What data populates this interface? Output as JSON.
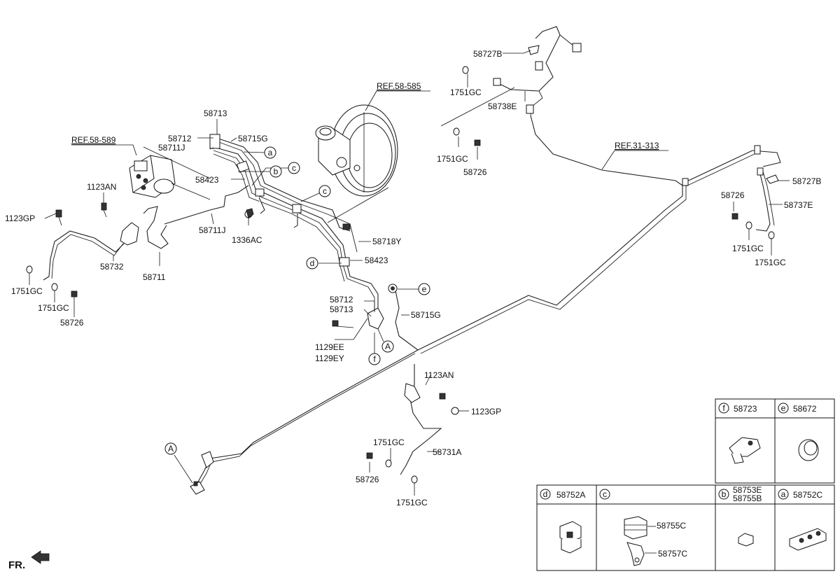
{
  "diagram": {
    "callouts": {
      "ref_58_589": "REF.58-589",
      "ref_58_585": "REF.58-585",
      "ref_31_313": "REF.31-313",
      "p58713_top": "58713",
      "p58712_top": "58712",
      "p58711J_top": "58711J",
      "p58715G_top": "58715G",
      "p58423_top": "58423",
      "p1123AN_left": "1123AN",
      "p1123GP_left": "1123GP",
      "p58711J_mid": "58711J",
      "p1336AC": "1336AC",
      "p58732": "58732",
      "p58711": "58711",
      "p1751GC_l1": "1751GC",
      "p1751GC_l2": "1751GC",
      "p58726_left": "58726",
      "p58718Y": "58718Y",
      "p58423_mid": "58423",
      "p58712_mid": "58712",
      "p58713_mid": "58713",
      "p58715G_mid": "58715G",
      "p1129EE": "1129EE",
      "p1129EY": "1129EY",
      "p58727B_top": "58727B",
      "p1751GC_t1": "1751GC",
      "p58738E": "58738E",
      "p1751GC_t2": "1751GC",
      "p58726_top": "58726",
      "p58727B_right": "58727B",
      "p58726_right": "58726",
      "p58737E": "58737E",
      "p1751GC_r1": "1751GC",
      "p1751GC_r2": "1751GC",
      "p1123AN_center": "1123AN",
      "p1123GP_center": "1123GP",
      "p1751GC_c1": "1751GC",
      "p58731A": "58731A",
      "p58726_center": "58726",
      "p1751GC_c2": "1751GC"
    },
    "circle_markers": {
      "a": "a",
      "b": "b",
      "c1": "c",
      "c2": "c",
      "d": "d",
      "e": "e",
      "f": "f",
      "A1": "A",
      "A2": "A"
    },
    "legend": {
      "f_letter": "f",
      "f_part": "58723",
      "e_letter": "e",
      "e_part": "58672",
      "d_letter": "d",
      "d_part": "58752A",
      "c_letter": "c",
      "c_sub1": "58755C",
      "c_sub2": "58757C",
      "b_letter": "b",
      "b_part1": "58753E",
      "b_part2": "58755B",
      "a_letter": "a",
      "a_part": "58752C"
    },
    "direction": "FR."
  }
}
